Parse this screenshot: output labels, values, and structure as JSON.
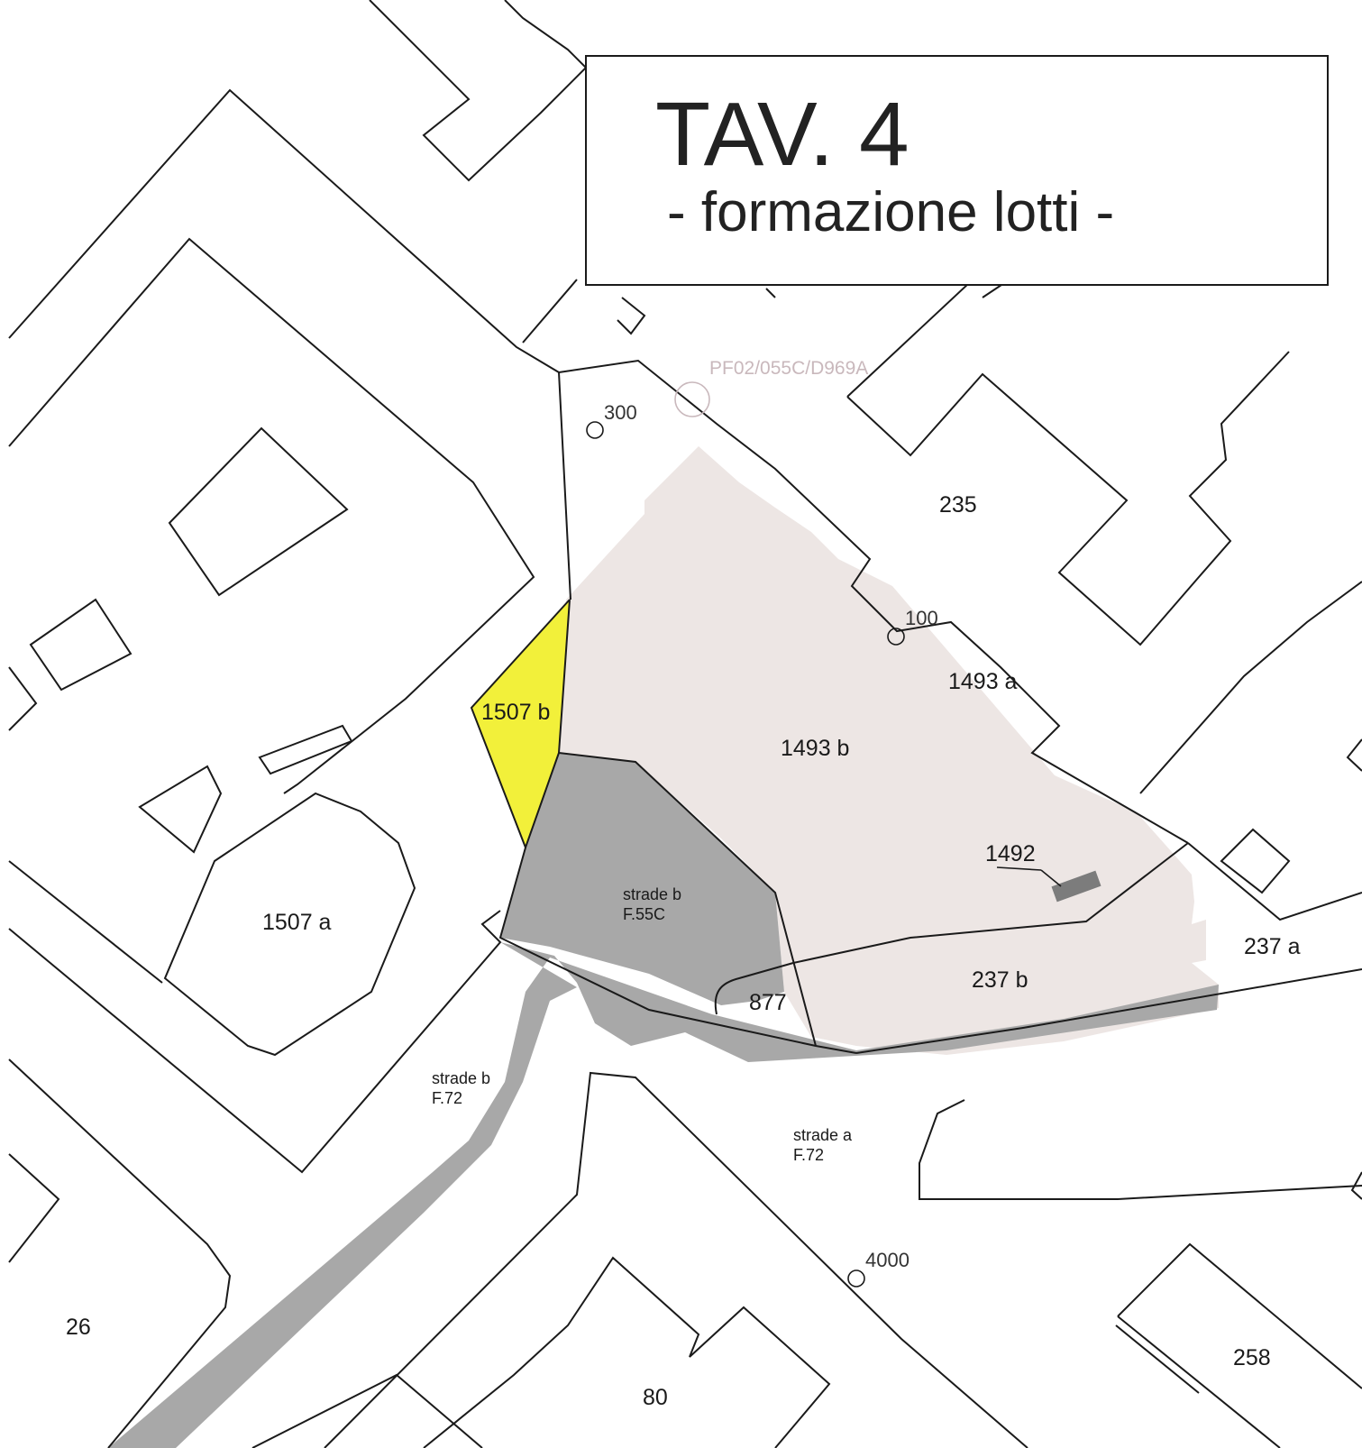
{
  "title": {
    "main": "TAV. 4",
    "sub": "- formazione lotti -"
  },
  "reference_code": "PF02/055C/D969A",
  "survey_points": [
    {
      "label": "300"
    },
    {
      "label": "100"
    },
    {
      "label": "4000"
    }
  ],
  "parcels": {
    "p235": "235",
    "p1493a": "1493 a",
    "p1493b": "1493 b",
    "p1507a": "1507 a",
    "p1507b": "1507 b",
    "p1492": "1492",
    "p237a": "237 a",
    "p237b": "237 b",
    "p877": "877",
    "p26": "26",
    "p80": "80",
    "p258": "258"
  },
  "roads": {
    "strade_b_55c": {
      "line1": "strade b",
      "line2": "F.55C"
    },
    "strade_b_72": {
      "line1": "strade b",
      "line2": "F.72"
    },
    "strade_a_72": {
      "line1": "strade a",
      "line2": "F.72"
    }
  },
  "colors": {
    "lot_pink": "#ede6e4",
    "lot_yellow": "#f2f03a",
    "road_gray": "#a8a8a8",
    "building_dark": "#7c7c7c",
    "reference_pink": "#c9b8bc"
  }
}
